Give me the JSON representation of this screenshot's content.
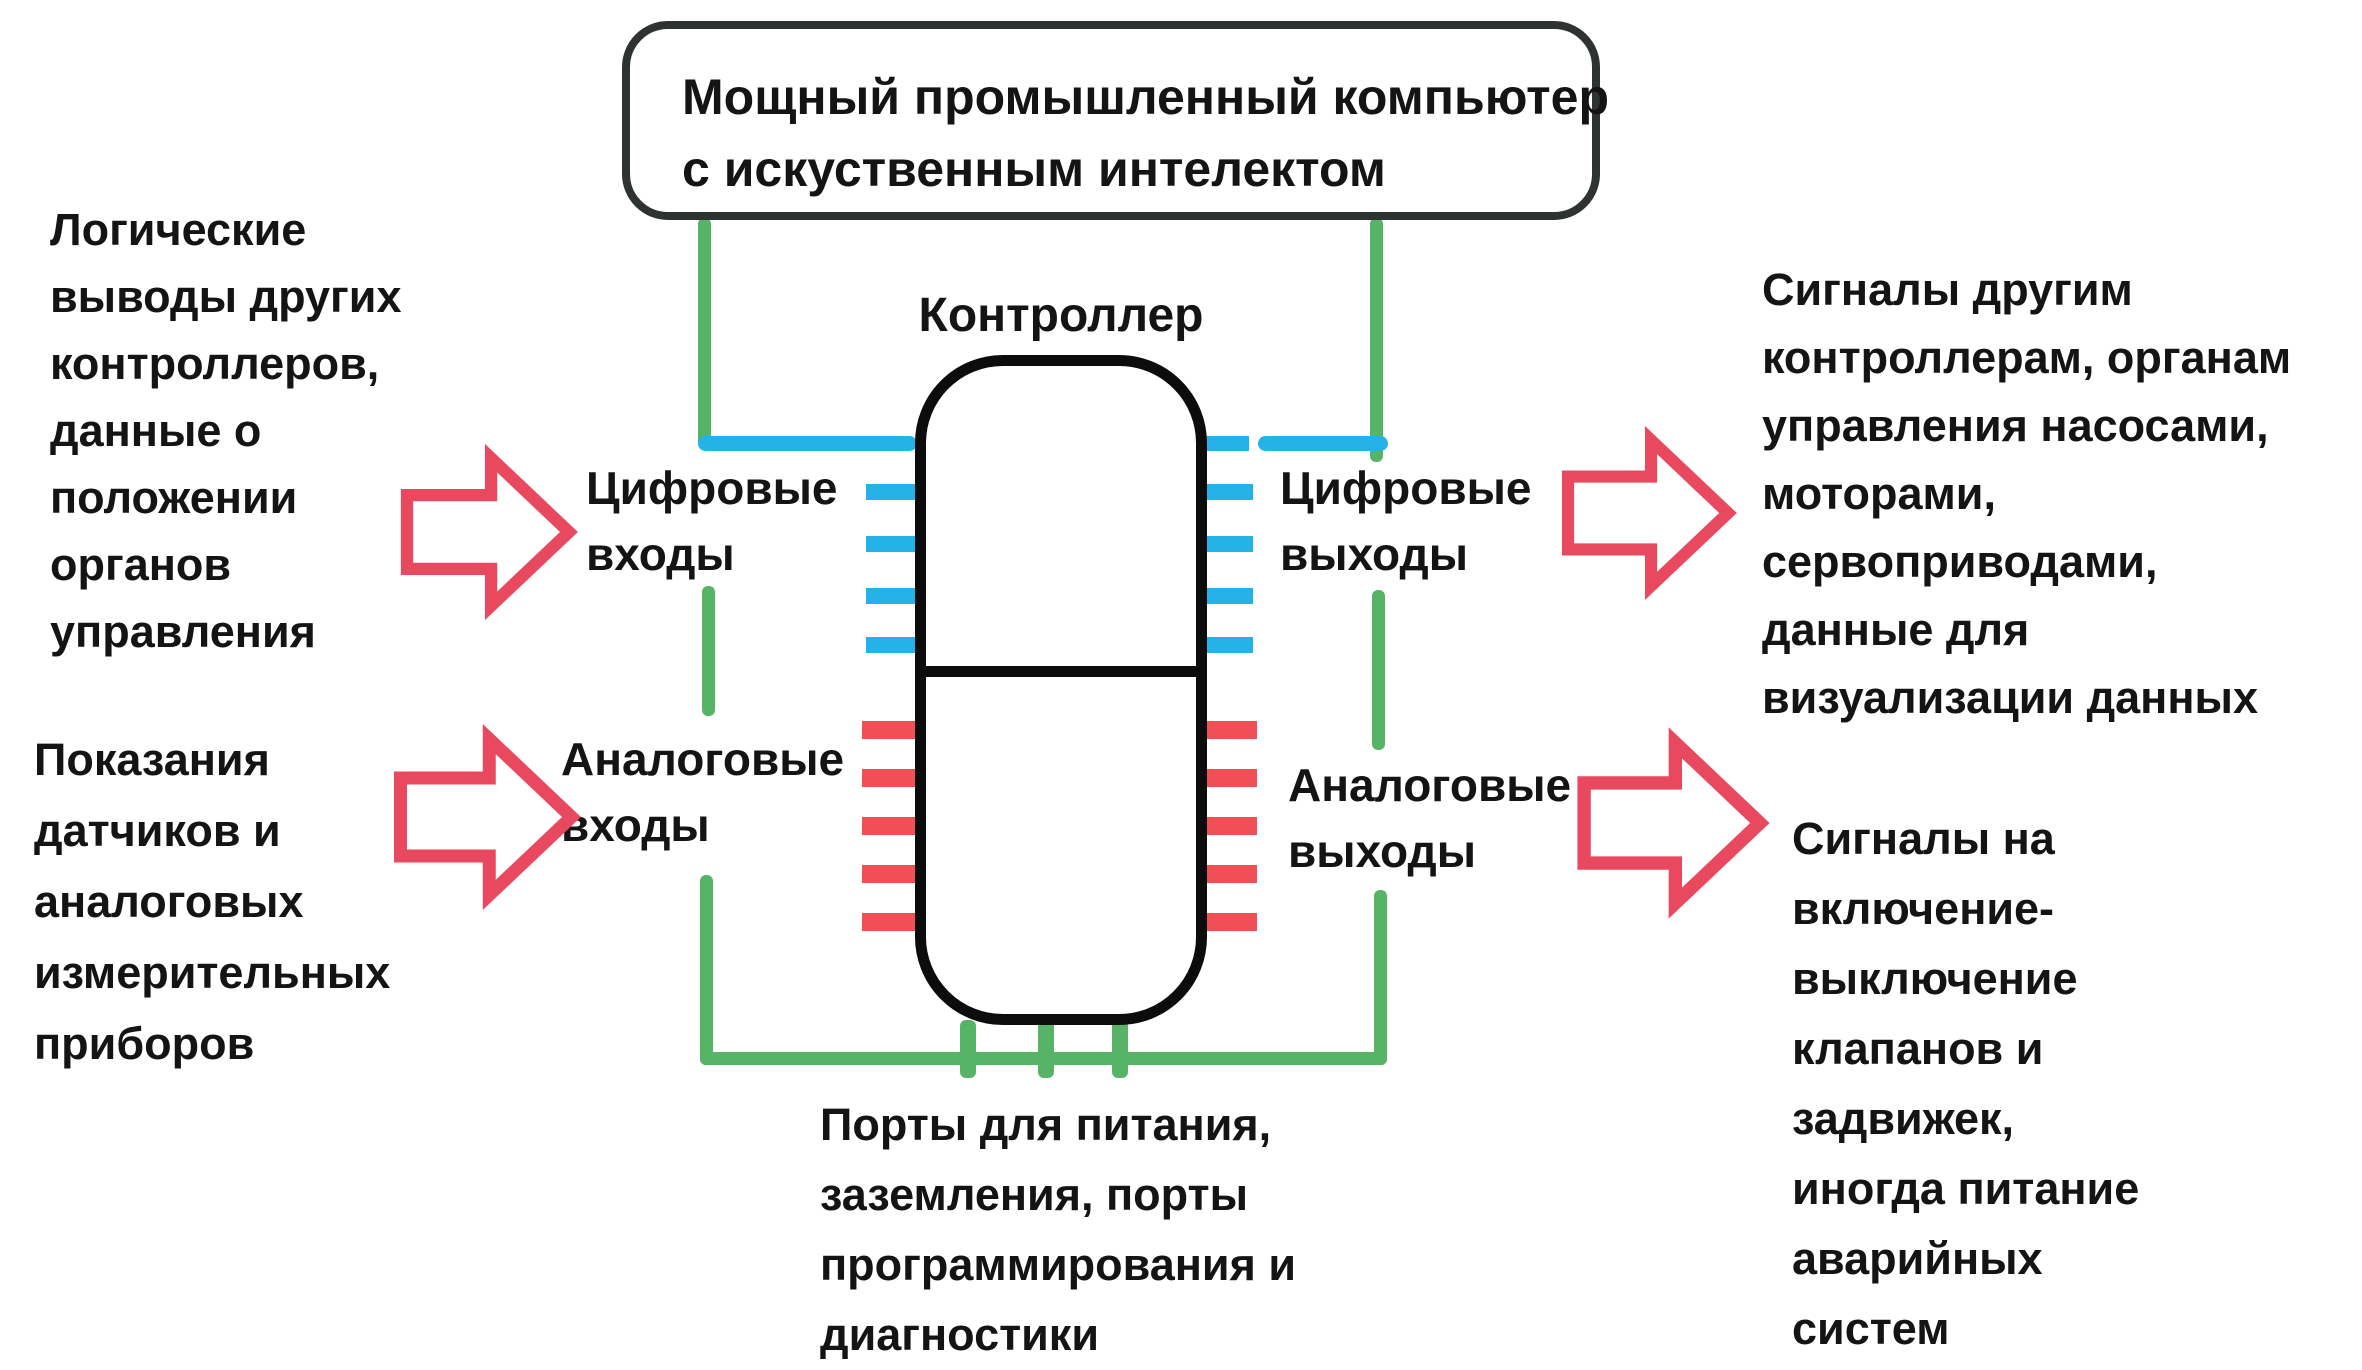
{
  "title_box": {
    "lines": [
      "Мощный промышленный компьютер",
      "с искуственным интелектом"
    ]
  },
  "controller": {
    "label": "Контроллер"
  },
  "ports": {
    "digital_inputs": {
      "lines": [
        "Цифровые",
        "входы"
      ]
    },
    "digital_outputs": {
      "lines": [
        "Цифровые",
        "выходы"
      ]
    },
    "analog_inputs": {
      "lines": [
        "Аналоговые",
        "входы"
      ]
    },
    "analog_outputs": {
      "lines": [
        "Аналоговые",
        "выходы"
      ]
    }
  },
  "annotations": {
    "left_top": {
      "lines": [
        "Логические",
        "выводы других",
        "контроллеров,",
        "данные о",
        "положении",
        "органов",
        "управления"
      ]
    },
    "left_bottom": {
      "lines": [
        "Показания",
        "датчиков и",
        "аналоговых",
        "измерительных",
        "приборов"
      ]
    },
    "right_top": {
      "lines": [
        "Сигналы другим",
        "контроллерам, органам",
        "управления насосами,",
        "моторами,",
        "сервоприводами,",
        "данные для",
        "визуализации данных"
      ]
    },
    "right_bottom": {
      "lines": [
        "Сигналы на",
        "включение-",
        "выключение",
        "клапанов и",
        "задвижек,",
        "иногда питание",
        "аварийных",
        "систем"
      ]
    },
    "bottom": {
      "lines": [
        "Порты для питания,",
        "заземления, порты",
        "программирования и",
        "диагностики"
      ]
    }
  },
  "colors": {
    "blue": "#24b2e8",
    "green": "#57b366",
    "red": "#f04f55",
    "arrow": "#e8495e",
    "ink": "#141414",
    "box_border": "#2e3331"
  }
}
